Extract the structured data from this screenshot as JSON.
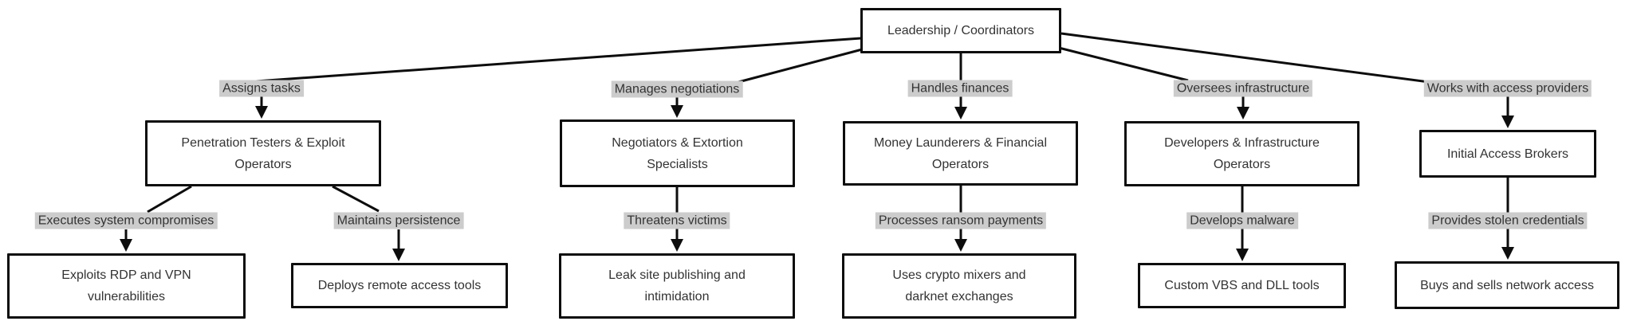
{
  "diagram": {
    "type": "org-flowchart",
    "root": {
      "id": "leadership",
      "label": "Leadership / Coordinators"
    },
    "branches": [
      {
        "edge_label": "Assigns tasks",
        "node": {
          "id": "pentest",
          "label": "Penetration Testers & Exploit Operators"
        },
        "children": [
          {
            "edge_label": "Executes system compromises",
            "node": {
              "id": "exploits",
              "label": "Exploits RDP and VPN vulnerabilities"
            }
          },
          {
            "edge_label": "Maintains persistence",
            "node": {
              "id": "deploys",
              "label": "Deploys remote access tools"
            }
          }
        ]
      },
      {
        "edge_label": "Manages negotiations",
        "node": {
          "id": "negotiators",
          "label": "Negotiators & Extortion Specialists"
        },
        "children": [
          {
            "edge_label": "Threatens victims",
            "node": {
              "id": "leaksite",
              "label": "Leak site publishing and intimidation"
            }
          }
        ]
      },
      {
        "edge_label": "Handles finances",
        "node": {
          "id": "launderers",
          "label": "Money Launderers & Financial Operators"
        },
        "children": [
          {
            "edge_label": "Processes ransom payments",
            "node": {
              "id": "mixers",
              "label": "Uses crypto mixers and darknet exchanges"
            }
          }
        ]
      },
      {
        "edge_label": "Oversees infrastructure",
        "node": {
          "id": "developers",
          "label": "Developers & Infrastructure Operators"
        },
        "children": [
          {
            "edge_label": "Develops malware",
            "node": {
              "id": "vbstools",
              "label": "Custom VBS and DLL tools"
            }
          }
        ]
      },
      {
        "edge_label": "Works with access providers",
        "node": {
          "id": "brokers",
          "label": "Initial Access Brokers"
        },
        "children": [
          {
            "edge_label": "Provides stolen credentials",
            "node": {
              "id": "buysells",
              "label": "Buys and sells network access"
            }
          }
        ]
      }
    ],
    "colors": {
      "background": "#ffffff",
      "node_fill": "#ffffff",
      "node_border": "#0d0d0d",
      "edge_line": "#0d0d0d",
      "edge_label_bg": "#cccccc",
      "text": "#333333"
    }
  }
}
